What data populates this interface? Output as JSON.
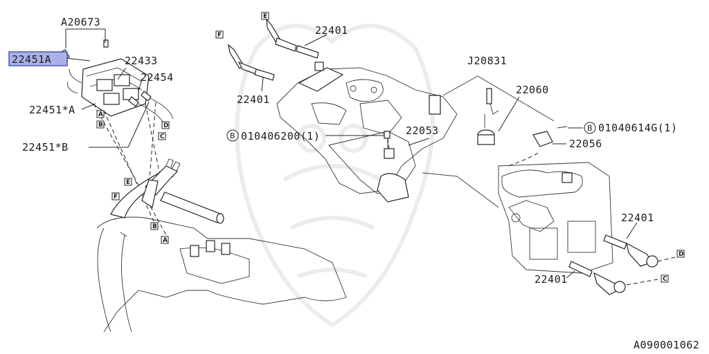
{
  "labels": {
    "a20673": "A20673",
    "p22451a": "22451A",
    "p22433": "22433",
    "p22454": "22454",
    "p22451a_star": "22451*A",
    "p22451b_star": "22451*B",
    "p22401_top": "22401",
    "p22401_mid": "22401",
    "p22401_right_upper": "22401",
    "p22401_right_lower": "22401",
    "j20831": "J20831",
    "p22060": "22060",
    "p22053": "22053",
    "p22056": "22056",
    "bolt_left": "010406200(1)",
    "bolt_right": "01040614G(1)",
    "bolt_circle": "B",
    "diagram_id": "A090001062"
  },
  "callouts": {
    "A": "A",
    "B": "B",
    "C": "C",
    "D": "D",
    "E": "E",
    "F": "F"
  },
  "colors": {
    "highlight_fill": "#a9b1e6",
    "highlight_border": "#4b57b8",
    "line": "#222222",
    "watermark": "#ececec"
  }
}
